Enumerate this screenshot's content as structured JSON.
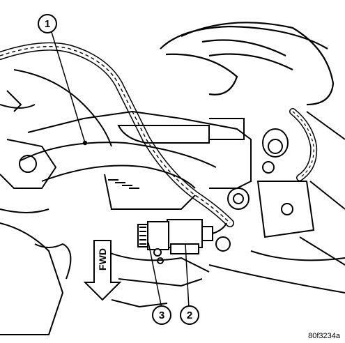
{
  "figure_id": "80f3234a",
  "direction_label": "FWD",
  "callouts": [
    {
      "id": "1",
      "label": "1"
    },
    {
      "id": "2",
      "label": "2"
    },
    {
      "id": "3",
      "label": "3"
    }
  ]
}
